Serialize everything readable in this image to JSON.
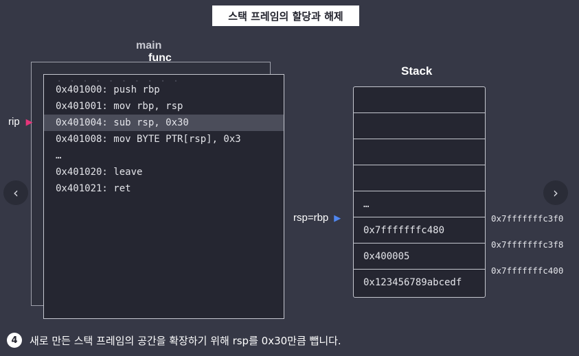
{
  "title": "스택 프레임의 할당과 해제",
  "frames": {
    "main_label": "main",
    "func_label": "func"
  },
  "code_lines": [
    "0x401000: push rbp",
    "0x401001: mov rbp, rsp",
    "0x401004: sub rsp, 0x30",
    "0x401008: mov BYTE PTR[rsp], 0x3",
    "…",
    "0x401020: leave",
    "0x401021: ret"
  ],
  "rip": {
    "label": "rip",
    "icon": "triangle-right-icon",
    "color": "#e5357a",
    "line_index": 2
  },
  "stack": {
    "title": "Stack",
    "cells": [
      "",
      "",
      "",
      "",
      "…",
      "0x7fffffffc480",
      "0x400005",
      "0x123456789abcedf"
    ],
    "addresses": [
      "0x7fffffffc3f0",
      "0x7fffffffc3f8",
      "0x7fffffffc400"
    ]
  },
  "rsp_rbp": {
    "label": "rsp=rbp",
    "icon": "triangle-right-icon",
    "color": "#4f86f0"
  },
  "nav": {
    "prev_icon": "chevron-left-icon",
    "next_icon": "chevron-right-icon"
  },
  "caption": {
    "step": "4",
    "text": "새로 만든 스택 프레임의 공간을 확장하기 위해 rsp를 0x30만큼 뺍니다."
  }
}
